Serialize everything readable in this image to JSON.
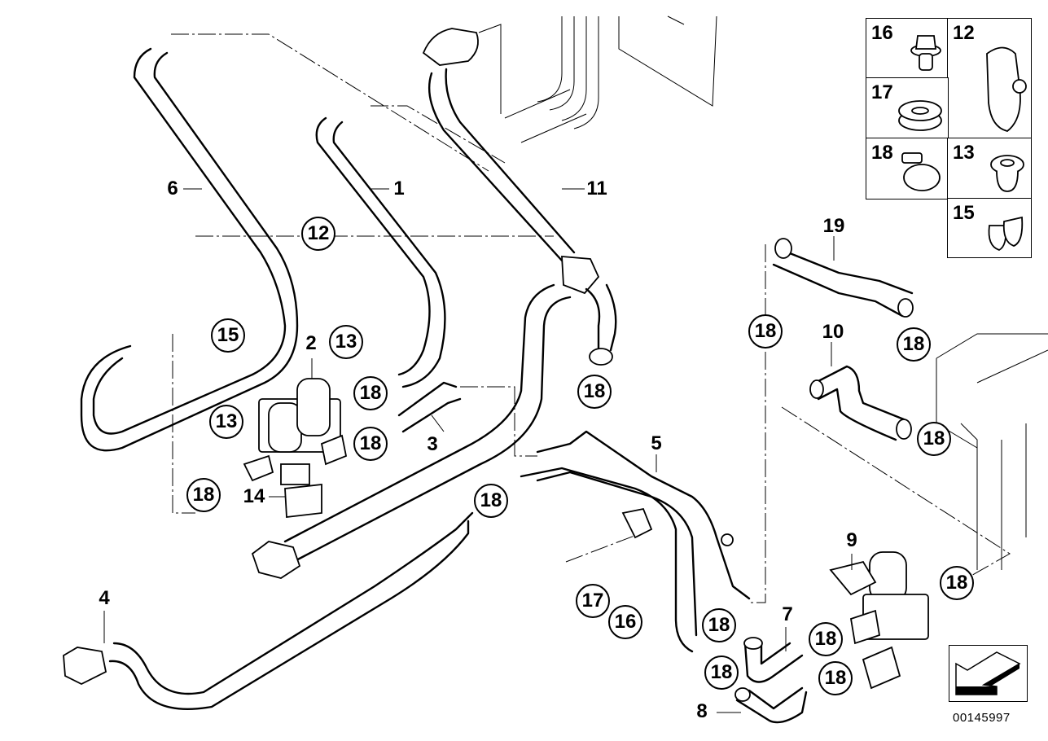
{
  "diagram": {
    "type": "parts-exploded-view",
    "document_id": "00145997",
    "colors": {
      "line": "#000000",
      "background": "#ffffff"
    },
    "part_labels": [
      {
        "id": "lbl-1",
        "text": "1",
        "circled": false
      },
      {
        "id": "lbl-2",
        "text": "2",
        "circled": false
      },
      {
        "id": "lbl-3",
        "text": "3",
        "circled": false
      },
      {
        "id": "lbl-4",
        "text": "4",
        "circled": false
      },
      {
        "id": "lbl-5",
        "text": "5",
        "circled": false
      },
      {
        "id": "lbl-6",
        "text": "6",
        "circled": false
      },
      {
        "id": "lbl-7",
        "text": "7",
        "circled": false
      },
      {
        "id": "lbl-8",
        "text": "8",
        "circled": false
      },
      {
        "id": "lbl-9",
        "text": "9",
        "circled": false
      },
      {
        "id": "lbl-10",
        "text": "10",
        "circled": false
      },
      {
        "id": "lbl-11",
        "text": "11",
        "circled": false
      },
      {
        "id": "lbl-14",
        "text": "14",
        "circled": false
      },
      {
        "id": "lbl-19",
        "text": "19",
        "circled": false
      }
    ],
    "callouts": [
      {
        "id": "c-12",
        "text": "12"
      },
      {
        "id": "c-15",
        "text": "15"
      },
      {
        "id": "c-13a",
        "text": "13"
      },
      {
        "id": "c-13b",
        "text": "13"
      },
      {
        "id": "c-18a",
        "text": "18"
      },
      {
        "id": "c-18b",
        "text": "18"
      },
      {
        "id": "c-18c",
        "text": "18"
      },
      {
        "id": "c-18d",
        "text": "18"
      },
      {
        "id": "c-18e",
        "text": "18"
      },
      {
        "id": "c-18f",
        "text": "18"
      },
      {
        "id": "c-18g",
        "text": "18"
      },
      {
        "id": "c-18h",
        "text": "18"
      },
      {
        "id": "c-18i",
        "text": "18"
      },
      {
        "id": "c-18j",
        "text": "18"
      },
      {
        "id": "c-18k",
        "text": "18"
      },
      {
        "id": "c-18l",
        "text": "18"
      },
      {
        "id": "c-18m",
        "text": "18"
      },
      {
        "id": "c-18n",
        "text": "18"
      },
      {
        "id": "c-17",
        "text": "17"
      },
      {
        "id": "c-16",
        "text": "16"
      }
    ],
    "legend": [
      {
        "num": "16",
        "part": "nut"
      },
      {
        "num": "12",
        "part": "hose-clamp-bracket"
      },
      {
        "num": "17",
        "part": "grommet"
      },
      {
        "num": "18",
        "part": "hose-clamp"
      },
      {
        "num": "13",
        "part": "rubber-mount"
      },
      {
        "num": "15",
        "part": "clip"
      }
    ]
  }
}
